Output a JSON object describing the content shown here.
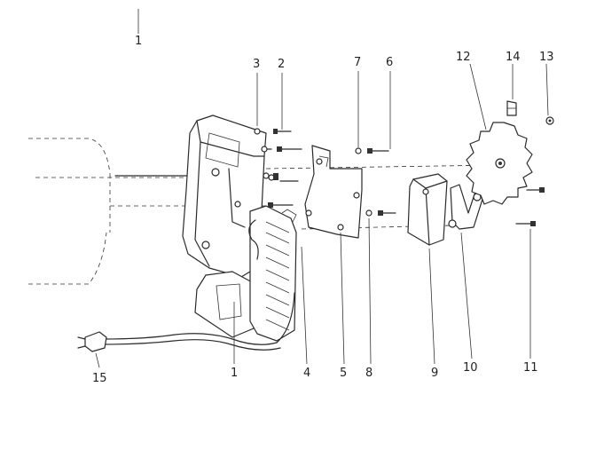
{
  "labels": {
    "top": "1",
    "p1": "1",
    "p2": "2",
    "p3": "3",
    "p4": "4",
    "p5": "5",
    "p6": "6",
    "p7": "7",
    "p8": "8",
    "p9": "9",
    "p10": "10",
    "p11": "11",
    "p12": "12",
    "p13": "13",
    "p14": "14",
    "p15": "15"
  }
}
